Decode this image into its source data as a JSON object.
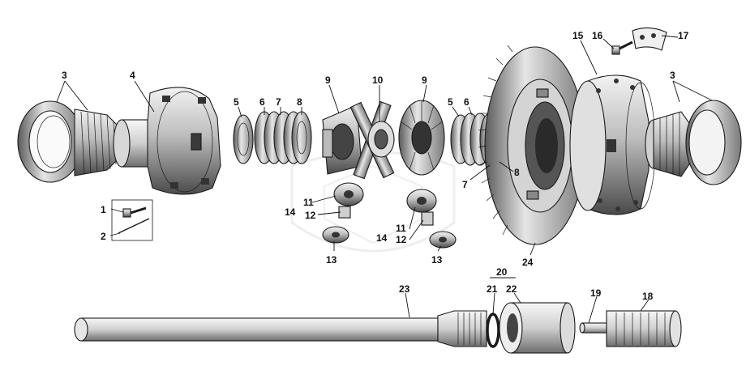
{
  "colors": {
    "ink": "#1a1a1a",
    "steel_light": "#d9d9d9",
    "steel_mid": "#9a9a9a",
    "steel_dark": "#3c3c3c",
    "watermark": "#cfcfcf"
  },
  "labels": {
    "l1": "1",
    "l2": "2",
    "l3a": "3",
    "l3b": "3",
    "l4": "4",
    "l5a": "5",
    "l6a": "6",
    "l7a": "7",
    "l8a": "8",
    "l9a": "9",
    "l10": "10",
    "l9b": "9",
    "l5b": "5",
    "l6b": "6",
    "l7b": "7",
    "l8b": "8",
    "l11a": "11",
    "l12a": "12",
    "l14a": "14",
    "l13a": "13",
    "l11b": "11",
    "l12b": "12",
    "l14b": "14",
    "l13b": "13",
    "l15": "15",
    "l16": "16",
    "l17": "17",
    "l24": "24",
    "l20": "20",
    "l21": "21",
    "l22": "22",
    "l23": "23",
    "l19": "19",
    "l18": "18"
  }
}
